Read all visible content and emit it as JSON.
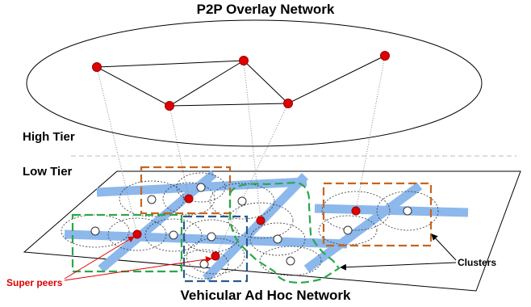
{
  "diagram": {
    "title_top": "P2P Overlay Network",
    "title_bottom": "Vehicular Ad Hoc Network",
    "high_tier_label": "High Tier",
    "low_tier_label": "Low Tier",
    "clusters_label": "Clusters",
    "super_peers_label": "Super peers",
    "colors": {
      "super_peer": "#e00000",
      "road": "#8cb8ec",
      "cluster_orange": "#c8641e",
      "cluster_green": "#2aa84a",
      "cluster_blue": "#2a5a8c"
    }
  }
}
